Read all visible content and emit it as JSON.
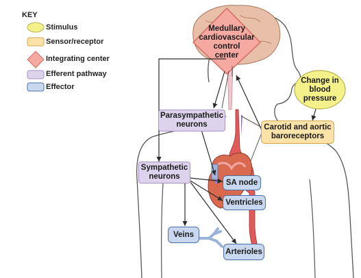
{
  "key": {
    "title": "KEY",
    "items": [
      {
        "label": "Stimulus",
        "color": "#f4f08a"
      },
      {
        "label": "Sensor/receptor",
        "color": "#fbe2a8"
      },
      {
        "label": "Integrating center",
        "color": "#f5a9a1"
      },
      {
        "label": "Efferent pathway",
        "color": "#ddd3ec"
      },
      {
        "label": "Effector",
        "color": "#c9d8ee"
      }
    ]
  },
  "integrating_center": {
    "line1": "Medullary",
    "line2": "cardiovascular",
    "line3": "control",
    "line4": "center"
  },
  "stimulus": {
    "line1": "Change in",
    "line2": "blood",
    "line3": "pressure"
  },
  "receptor": {
    "line1": "Carotid and aortic",
    "line2": "baroreceptors"
  },
  "parasympathetic": {
    "line1": "Parasympathetic",
    "line2": "neurons"
  },
  "sympathetic": {
    "line1": "Sympathetic",
    "line2": "neurons"
  },
  "effectors": {
    "sa_node": "SA node",
    "ventricles": "Ventricles",
    "veins": "Veins",
    "arterioles": "Arterioles"
  }
}
